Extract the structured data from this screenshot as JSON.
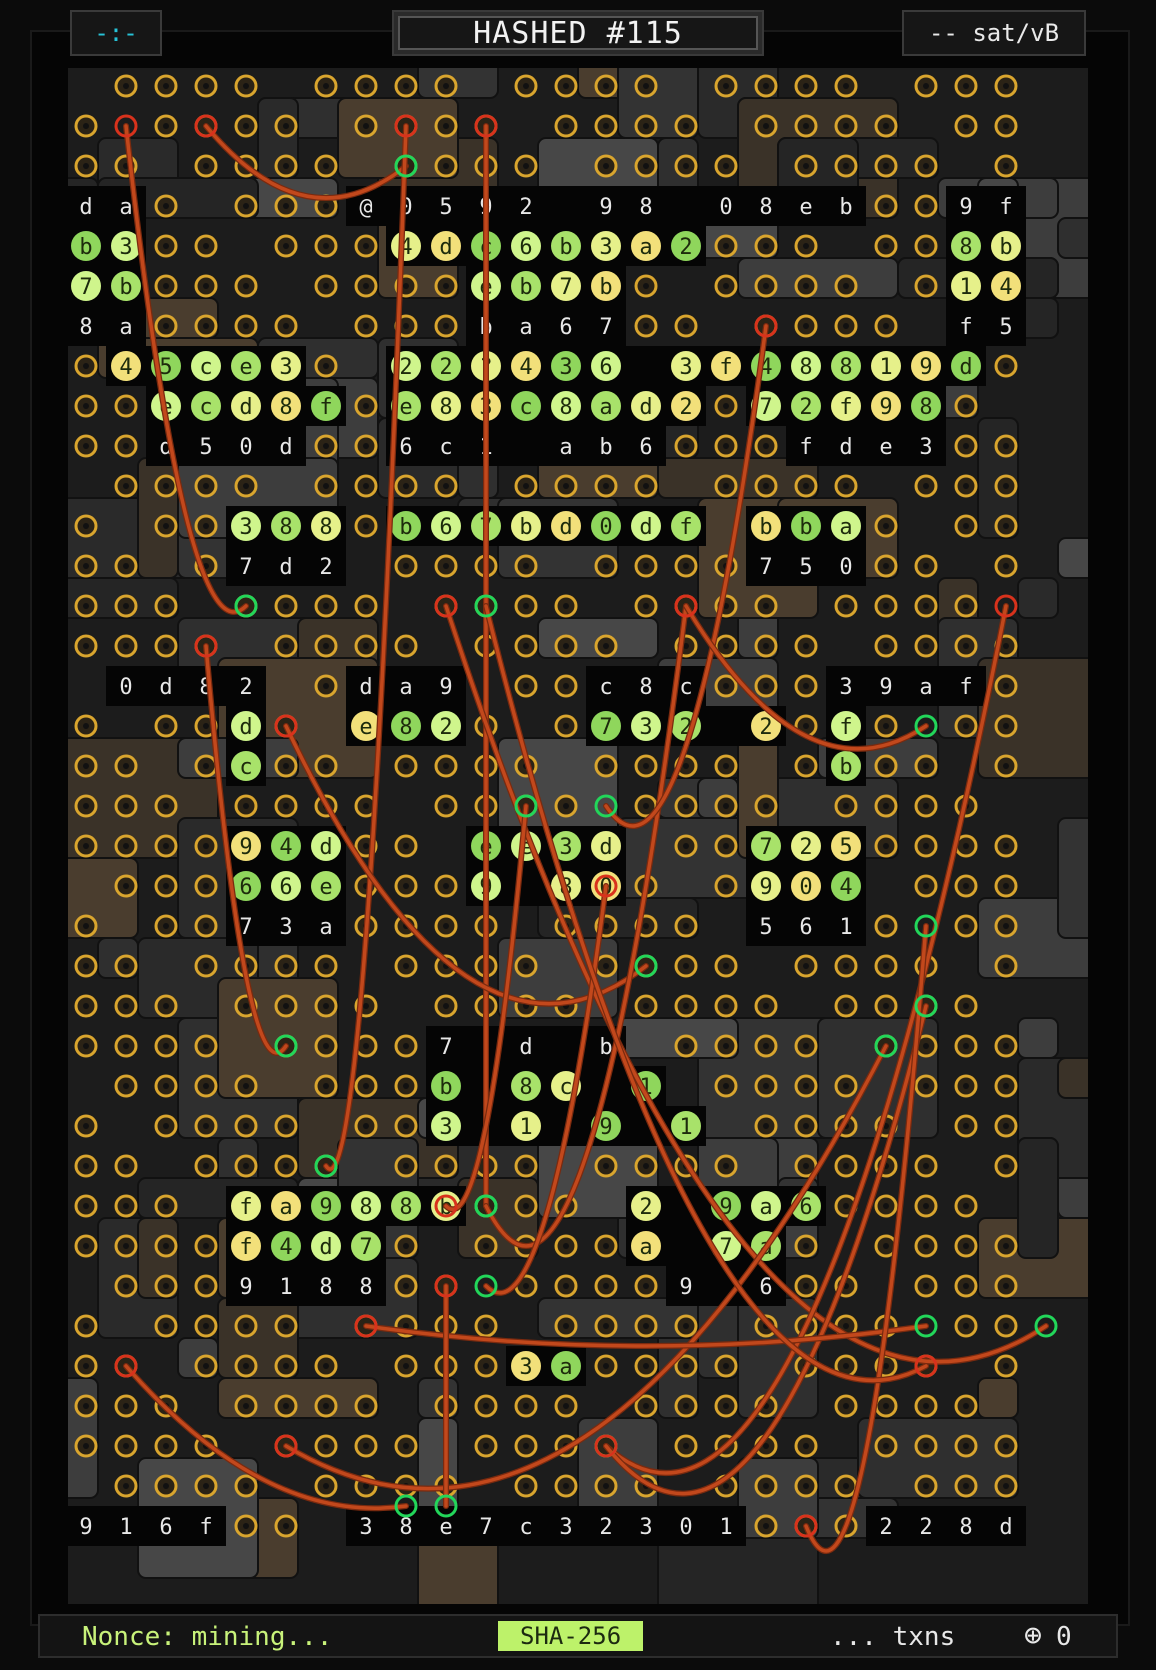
{
  "header": {
    "left_button": "-:-",
    "title": "HASHED #115",
    "fee_rate": "-- sat/vB"
  },
  "footer": {
    "nonce": "Nonce: mining...",
    "algorithm": "SHA-256",
    "txns": "... txns",
    "add_icon": "plus-circle-icon",
    "count": "0"
  },
  "colors": {
    "accent": "#c8f27a",
    "cyan": "#27c2d6",
    "wire": "#c2481c",
    "jack_ring": "#d9a52e",
    "jack_active": "#22d65a",
    "jack_red": "#d8321c"
  },
  "hex_cells": {
    "r3": "da",
    "r3b": "@0592 98 08eb",
    "r3c": "9f",
    "r4": "b3",
    "r4b": "4dc6b3a2",
    "r4c": "8b",
    "r5": "7b",
    "r5b": "eb7b",
    "r5c": "14",
    "r6": "8a",
    "r6b": "ba67",
    "r6c": "f5",
    "r7a": "45ce3",
    "r7b": "22?436 3f",
    "r7c": "48819d",
    "r8a": "ecd8f",
    "r8b": "e83c8ad2",
    "r8c": "72f98",
    "r9a": "d50d",
    "r9b": "6c1 ab6",
    "r9c": "fde3",
    "r11a": "388",
    "r11b": "b67bd0df",
    "r11c": "bba",
    "r12a": "7d2",
    "r12c": "750",
    "r15a": "0d82",
    "r15b": "da9",
    "r15c": "c8c",
    "r15d": "39af",
    "r16a": "d",
    "r16b": "e82",
    "r16c": "732 2",
    "r16d": "f",
    "r17a": "c",
    "r17d": "b",
    "r19a": "94d",
    "r19b": "ee3d",
    "r19c": "725",
    "r20a": "66e",
    "r20b": "9 80",
    "r20c": "904",
    "r21a": "73a",
    "r21c": "561",
    "r24": "7 d b",
    "r25": "b 8c 1",
    "r26": "3 1 9 1",
    "r28a": "fa988b",
    "r28b": "2 9a6",
    "r29a": "f4d7",
    "r29b": "a 7a",
    "r30a": "9188",
    "r30b": "9 6",
    "r32": "3a",
    "r36a": "916f",
    "r36b": "38e7c32301",
    "r36c": "228d"
  }
}
